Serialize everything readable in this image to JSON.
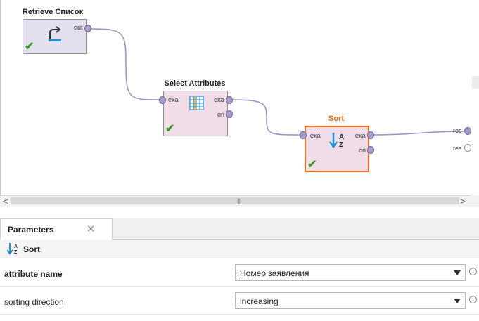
{
  "canvas": {
    "operators": {
      "retrieve": {
        "title": "Retrieve Список",
        "out_label": "out"
      },
      "select": {
        "title": "Select Attributes",
        "in_label": "exa",
        "out1_label": "exa",
        "out2_label": "ori"
      },
      "sort": {
        "title": "Sort",
        "in_label": "exa",
        "out1_label": "exa",
        "out2_label": "ori"
      }
    },
    "result_ports": [
      "res",
      "res"
    ],
    "colors": {
      "selected": "#f2711f",
      "wire": "#9a8fc8",
      "check": "#3c9a2d"
    }
  },
  "scrollbar": {
    "left_arrow": "<",
    "right_arrow": ">",
    "grip": "|||"
  },
  "tabs": {
    "parameters": "Parameters",
    "close_glyph": "✕"
  },
  "panel": {
    "operator_name": "Sort",
    "params": [
      {
        "label": "attribute name",
        "value": "Номер заявления",
        "info": "i"
      },
      {
        "label": "sorting direction",
        "value": "increasing",
        "info": "i"
      }
    ]
  },
  "icons": [
    "retrieve-icon",
    "select-attributes-icon",
    "sort-az-icon",
    "check-icon",
    "close-icon",
    "chevron-down-icon",
    "info-icon"
  ]
}
